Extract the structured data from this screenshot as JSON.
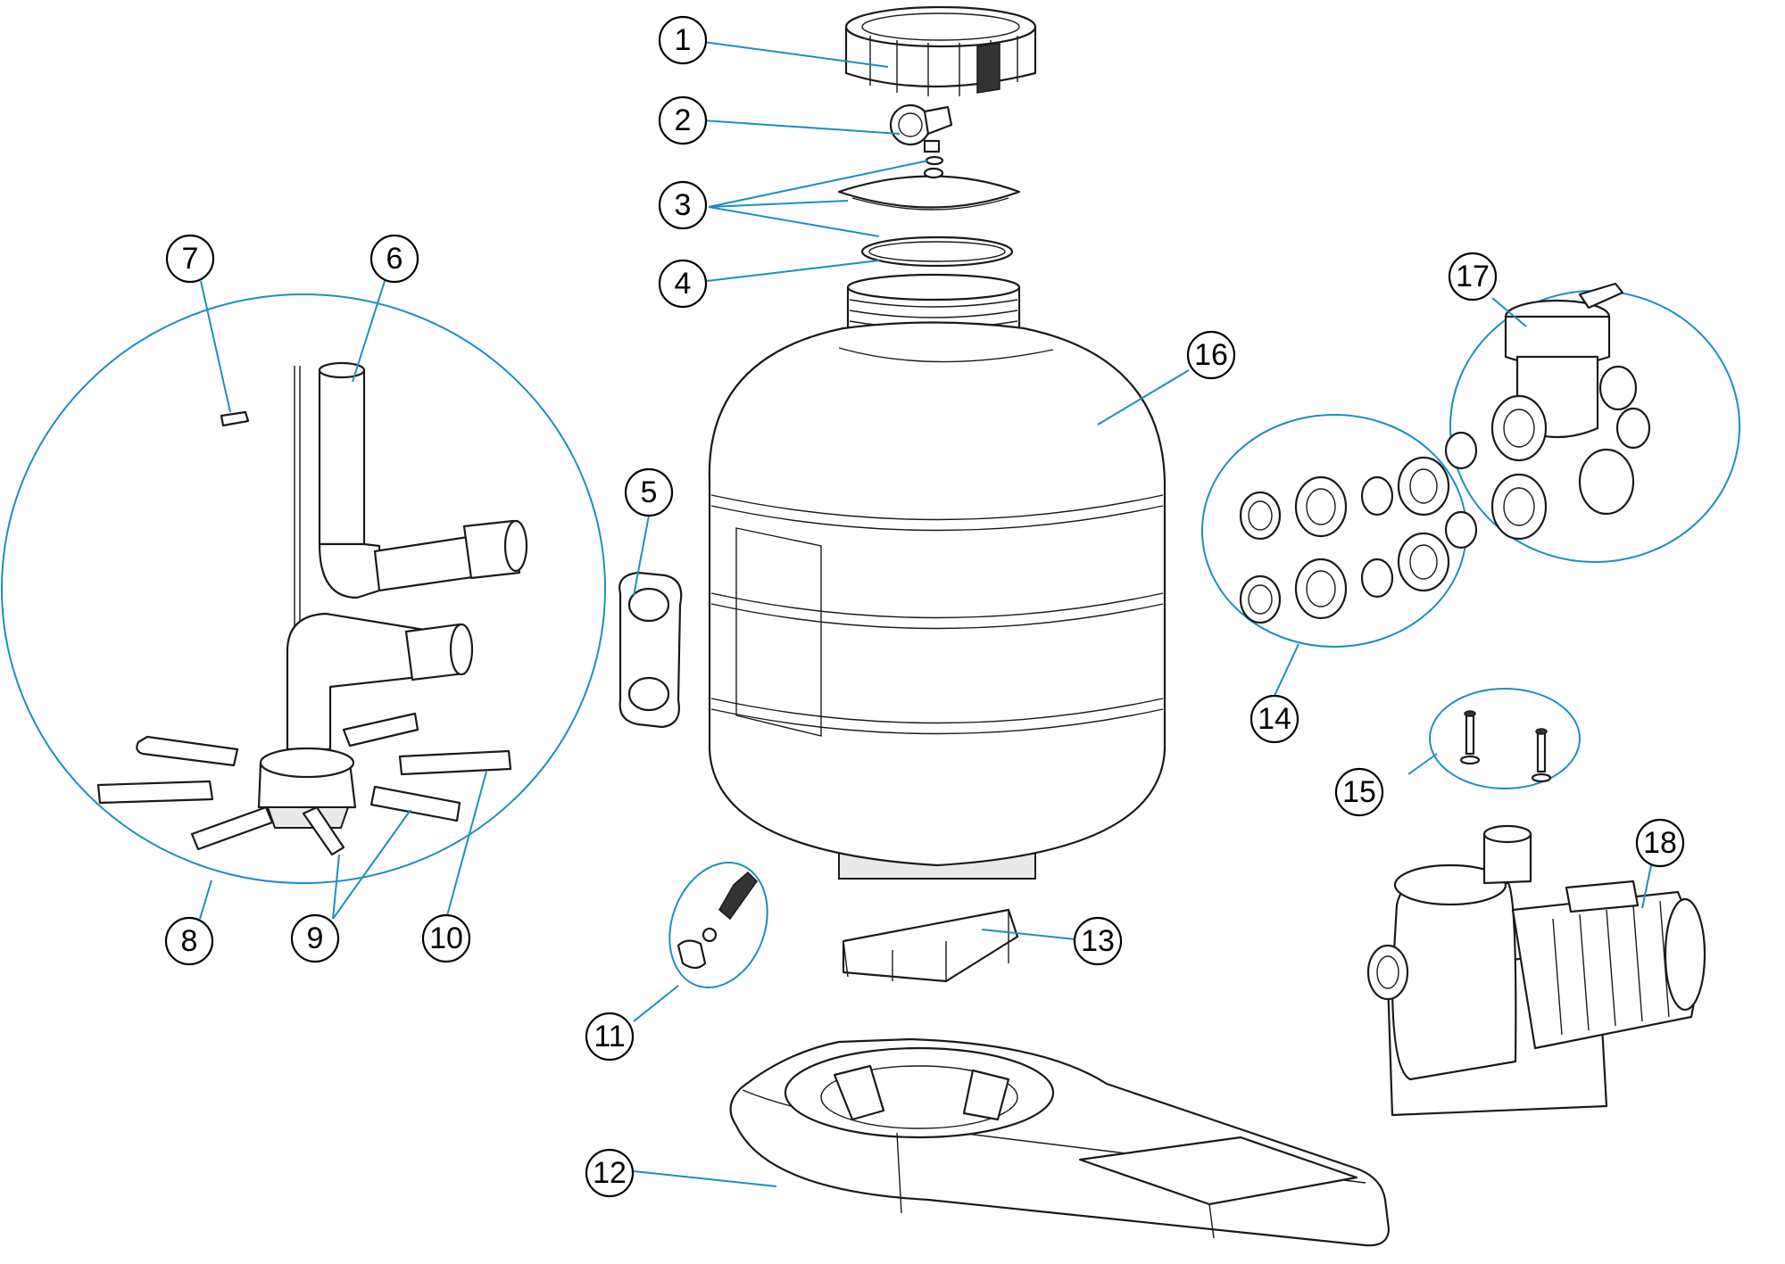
{
  "colors": {
    "leader": "#1b8fbf",
    "outline": "#1a1a1a",
    "callout": "#000000"
  },
  "callouts": [
    {
      "id": "1",
      "label": "1"
    },
    {
      "id": "2",
      "label": "2"
    },
    {
      "id": "3",
      "label": "3"
    },
    {
      "id": "4",
      "label": "4"
    },
    {
      "id": "5",
      "label": "5"
    },
    {
      "id": "6",
      "label": "6"
    },
    {
      "id": "7",
      "label": "7"
    },
    {
      "id": "8",
      "label": "8"
    },
    {
      "id": "9",
      "label": "9"
    },
    {
      "id": "10",
      "label": "10"
    },
    {
      "id": "11",
      "label": "11"
    },
    {
      "id": "12",
      "label": "12"
    },
    {
      "id": "13",
      "label": "13"
    },
    {
      "id": "14",
      "label": "14"
    },
    {
      "id": "15",
      "label": "15"
    },
    {
      "id": "16",
      "label": "16"
    },
    {
      "id": "17",
      "label": "17"
    },
    {
      "id": "18",
      "label": "18"
    }
  ]
}
